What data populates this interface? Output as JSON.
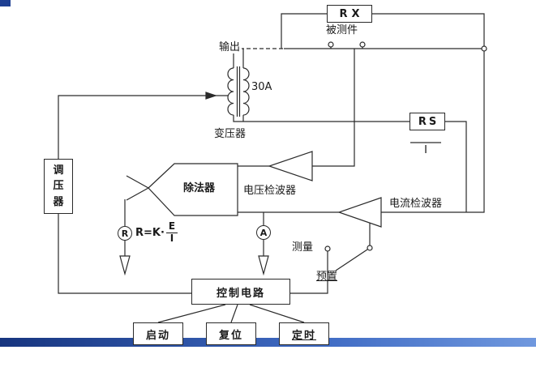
{
  "colors": {
    "wire": "#2a2a2a",
    "corner_mark": "#1e3f92",
    "bottom_bar_left": "#17357f",
    "bottom_bar_right": "#7098de"
  },
  "boxes": {
    "rx": "RX",
    "rs": "RS",
    "regulator": "调压器",
    "control": "控制电路",
    "start": "启动",
    "reset": "复位",
    "timer": "定时"
  },
  "labels": {
    "dut": "被测件",
    "output": "输出",
    "transformer": "变压器",
    "current_rating": "30A",
    "divider": "除法器",
    "voltage_detector": "电压检波器",
    "current_detector": "电流检波器",
    "measure": "测量",
    "preset": "预置",
    "rs_denominator": "I"
  },
  "meters": {
    "resistance": "R",
    "ammeter": "A"
  },
  "formula": {
    "prefix": "R=K·",
    "numerator": "E",
    "denominator": "I"
  }
}
